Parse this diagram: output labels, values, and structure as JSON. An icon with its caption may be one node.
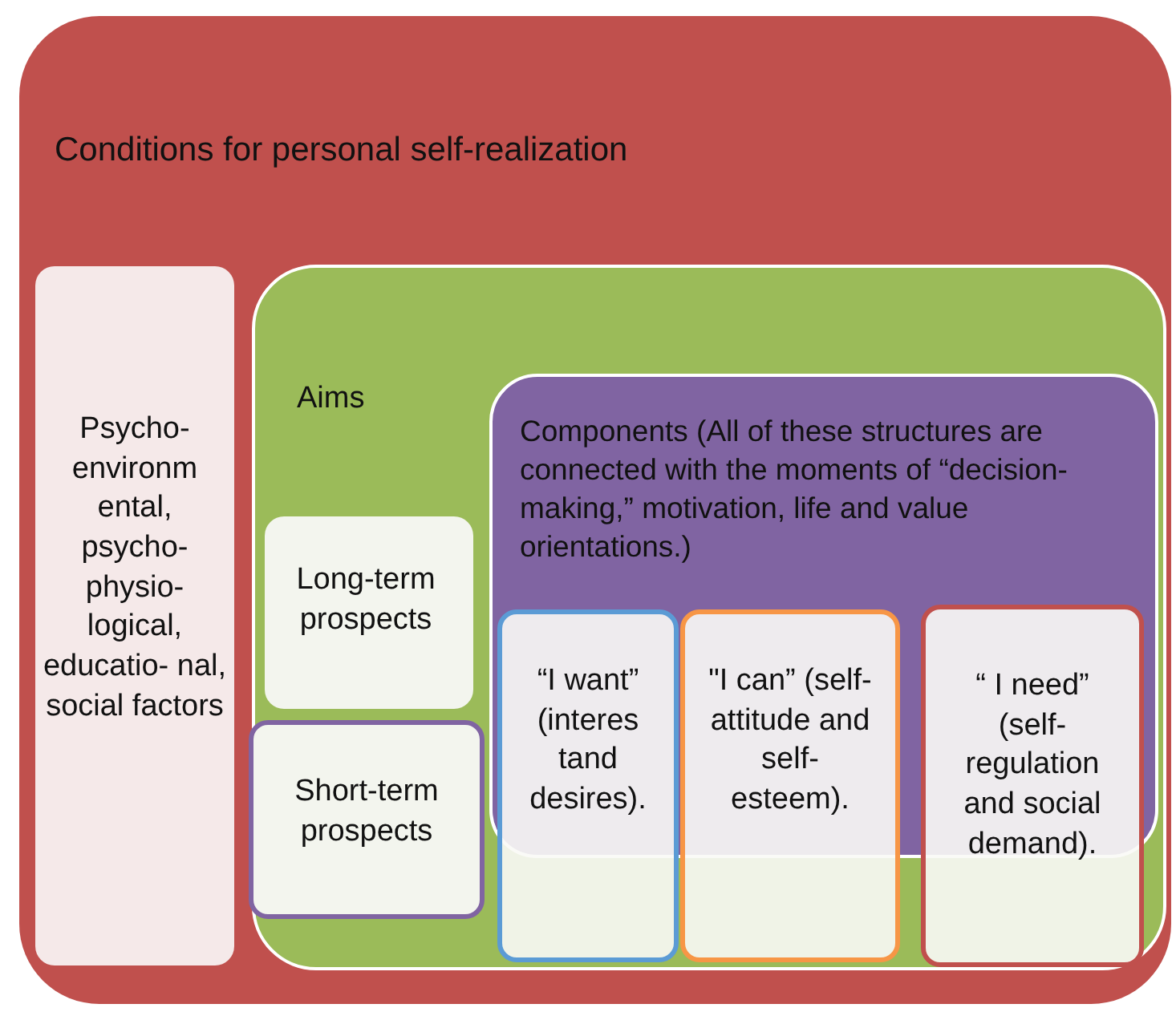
{
  "diagram": {
    "nodes": [
      {
        "text": [
          "Conditions for personal self-realization"
        ]
      },
      {
        "text": [
          "Psycho- environm ental, psycho- physio- logical, educatio- nal, social factors"
        ],
        "in": 0
      },
      {
        "text": [
          "Aims"
        ],
        "in": 0
      },
      {
        "text": [
          "Long-term prospects"
        ],
        "in": 2
      },
      {
        "text": [
          "Short-term prospects"
        ],
        "in": 2
      },
      {
        "text": [
          "Components (All of these structures are connected with the moments of “decision-making,” motivation, life and value orientations.)"
        ],
        "in": 2
      },
      {
        "text": [
          "“I want” (interes tand desires)."
        ],
        "in": 2
      },
      {
        "text": [
          "\"I can” (self- attitude and self- esteem)."
        ],
        "in": 2
      },
      {
        "text": [
          "“ I need” (self- regulation and social demand)."
        ],
        "in": 2
      }
    ]
  }
}
